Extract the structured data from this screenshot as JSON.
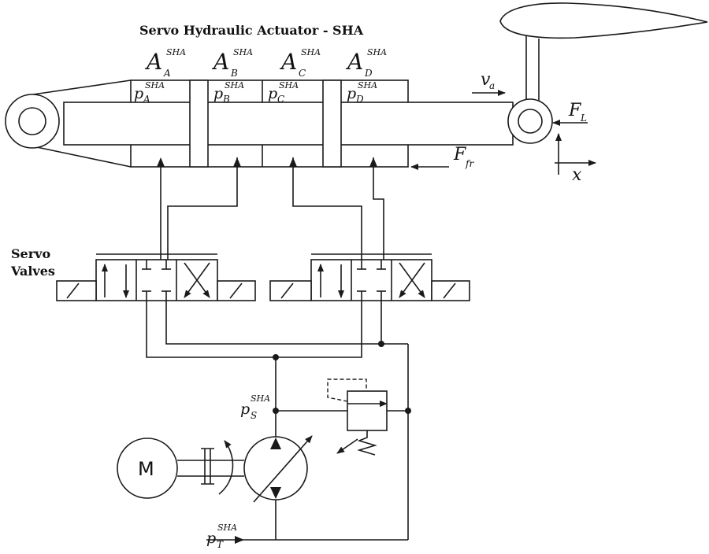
{
  "title": "Servo Hydraulic Actuator - SHA",
  "valves_label": [
    "Servo",
    "Valves"
  ],
  "motor_label": "M",
  "superscript": "SHA",
  "areas": [
    {
      "main": "A",
      "sub": "A"
    },
    {
      "main": "A",
      "sub": "B"
    },
    {
      "main": "A",
      "sub": "C"
    },
    {
      "main": "A",
      "sub": "D"
    }
  ],
  "pressures": [
    {
      "main": "p",
      "sub": "A"
    },
    {
      "main": "p",
      "sub": "B"
    },
    {
      "main": "p",
      "sub": "C"
    },
    {
      "main": "p",
      "sub": "D"
    }
  ],
  "supply_pressure": {
    "main": "p",
    "sub": "S"
  },
  "tank_pressure": {
    "main": "p",
    "sub": "T"
  },
  "velocity": {
    "main": "v",
    "sub": "a"
  },
  "load_force": {
    "main": "F",
    "sub": "L"
  },
  "friction_force": {
    "main": "F",
    "sub": "fr"
  },
  "axis_label": "x"
}
